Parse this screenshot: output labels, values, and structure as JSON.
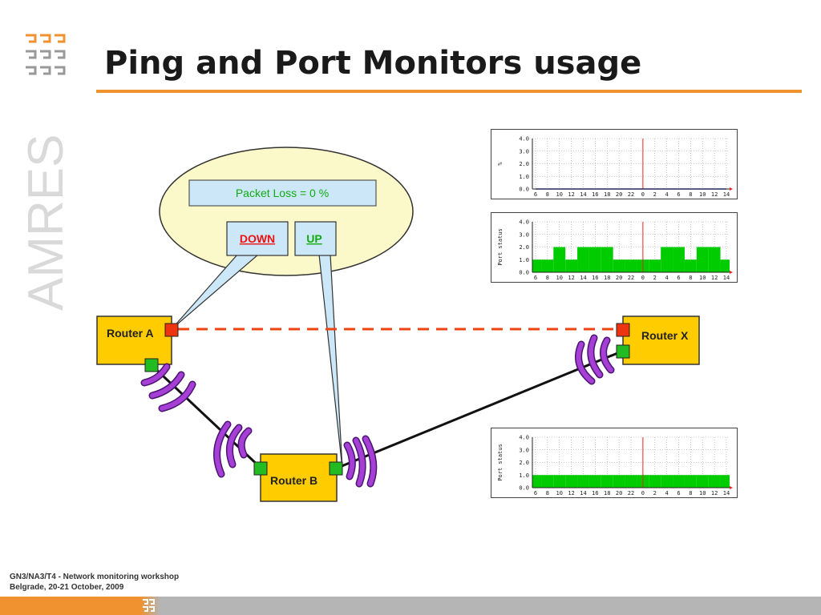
{
  "slide": {
    "title": "Ping and Port Monitors usage",
    "brand": "AMRES",
    "footer_line1": "GN3/NA3/T4 - Network monitoring workshop",
    "footer_line2": "Belgrade, 20-21 October, 2009"
  },
  "diagram": {
    "bubble_value": "Packet Loss = 0  %",
    "legend_down": "DOWN",
    "legend_up": "UP",
    "router_a": "Router A",
    "router_b": "Router B",
    "router_x": "Router X"
  },
  "colors": {
    "accent": "#f0922f",
    "router_fill": "#ffcc00",
    "port_down": "#ee3311",
    "port_up": "#22bb22",
    "wave": "#9933cc",
    "bubble": "#fbf8c9",
    "callout": "#cce8f8",
    "chart_fill": "#00cc00"
  },
  "chart_data": [
    {
      "type": "line",
      "ylabel": "%",
      "ylim": [
        0,
        4
      ],
      "yticks": [
        "0.0",
        "1.0",
        "2.0",
        "3.0",
        "4.0"
      ],
      "xticks": [
        "6",
        "8",
        "10",
        "12",
        "14",
        "16",
        "18",
        "20",
        "22",
        "0",
        "2",
        "4",
        "6",
        "8",
        "10",
        "12",
        "14"
      ],
      "grid": true,
      "series": [
        {
          "values": [
            0,
            0,
            0,
            0,
            0,
            0,
            0,
            0,
            0,
            0,
            0,
            0,
            0,
            0,
            0,
            0,
            0
          ]
        }
      ]
    },
    {
      "type": "area",
      "ylabel": "Port status",
      "ylim": [
        0,
        4
      ],
      "yticks": [
        "0.0",
        "1.0",
        "2.0",
        "3.0",
        "4.0"
      ],
      "xticks": [
        "6",
        "8",
        "10",
        "12",
        "14",
        "16",
        "18",
        "20",
        "22",
        "0",
        "2",
        "4",
        "6",
        "8",
        "10",
        "12",
        "14"
      ],
      "grid": true,
      "series": [
        {
          "values": [
            1,
            1,
            2,
            1,
            2,
            2,
            2,
            1,
            1,
            1,
            1,
            2,
            2,
            1,
            2,
            2,
            1
          ]
        }
      ]
    },
    {
      "type": "area",
      "ylabel": "Port status",
      "ylim": [
        0,
        4
      ],
      "yticks": [
        "0.0",
        "1.0",
        "2.0",
        "3.0",
        "4.0"
      ],
      "xticks": [
        "6",
        "8",
        "10",
        "12",
        "14",
        "16",
        "18",
        "20",
        "22",
        "0",
        "2",
        "4",
        "6",
        "8",
        "10",
        "12",
        "14"
      ],
      "grid": true,
      "series": [
        {
          "values": [
            1,
            1,
            1,
            1,
            1,
            1,
            1,
            1,
            1,
            1,
            1,
            1,
            1,
            1,
            1,
            1,
            1
          ]
        }
      ]
    }
  ]
}
